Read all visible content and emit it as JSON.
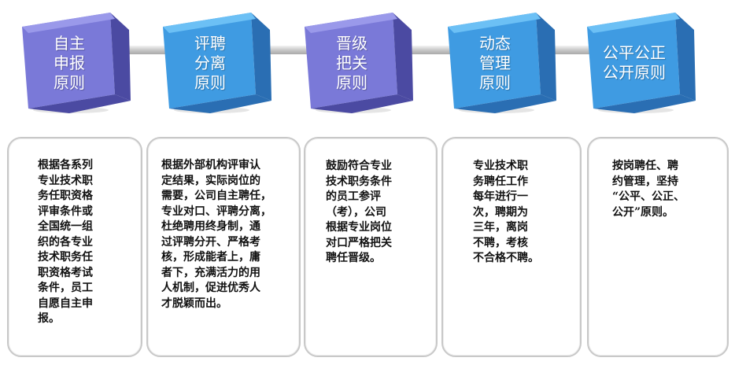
{
  "colors": {
    "purple_front": "#7a79d8",
    "purple_dark": "#4b4aa2",
    "purple_light": "#9a99ea",
    "blue_front": "#3f9be2",
    "blue_dark": "#2a6eb3",
    "blue_light": "#6cc0f5",
    "bar": "#d0d0d0"
  },
  "principles": [
    {
      "title": "自主\n申报\n原则",
      "color": "purple",
      "text": "根据各系列\n专业技术职\n务任职资格\n评审条件或\n全国统一组\n织的各专业\n技术职务任\n职资格考试\n条件，员工\n自愿自主申\n报。"
    },
    {
      "title": "评聘\n分离\n原则",
      "color": "blue",
      "text": "根据外部机构评审认\n定结果，实际岗位的\n需要，公司自主聘任，\n专业对口、评聘分离，\n杜绝聘用终身制，通\n过评聘分开、严格考\n核，形成能者上，庸\n者下，充满活力的用\n人机制，促进优秀人\n才脱颖而出。"
    },
    {
      "title": "晋级\n把关\n原则",
      "color": "purple",
      "text": "鼓励符合专业\n技术职务条件\n的员工参评\n（考），公司\n根据专业岗位\n对口严格把关\n聘任晋级。"
    },
    {
      "title": "动态\n管理\n原则",
      "color": "blue",
      "text": "专业技术职\n务聘任工作\n每年进行一\n次，聘期为\n三年，离岗\n不聘，考核\n不合格不聘。"
    },
    {
      "title": "公平公正\n公开原则",
      "color": "blue",
      "text": "按岗聘任、聘\n约管理，坚持\n“公平、公正、\n公开”原则。"
    }
  ]
}
